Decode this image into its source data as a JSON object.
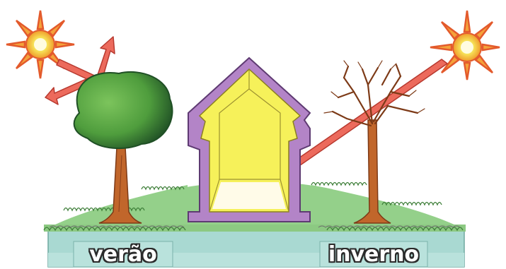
{
  "labels": {
    "summer": "verão",
    "winter": "inverno"
  },
  "colors": {
    "sky": "#ffffff",
    "sun_core": "#f7e65a",
    "sun_rays": "#e35a2c",
    "arrow": "#e8574a",
    "tree_foliage": "#4f9d3d",
    "tree_trunk": "#c1662b",
    "hill": "#8fce82",
    "grass": "#5a9c4a",
    "water": "#a9d9d2",
    "house_wall": "#b384c7",
    "house_interior": "#f6f15a"
  },
  "icons": [
    "sun-icon",
    "sun-icon",
    "leafy-tree",
    "bare-tree",
    "house-section"
  ]
}
